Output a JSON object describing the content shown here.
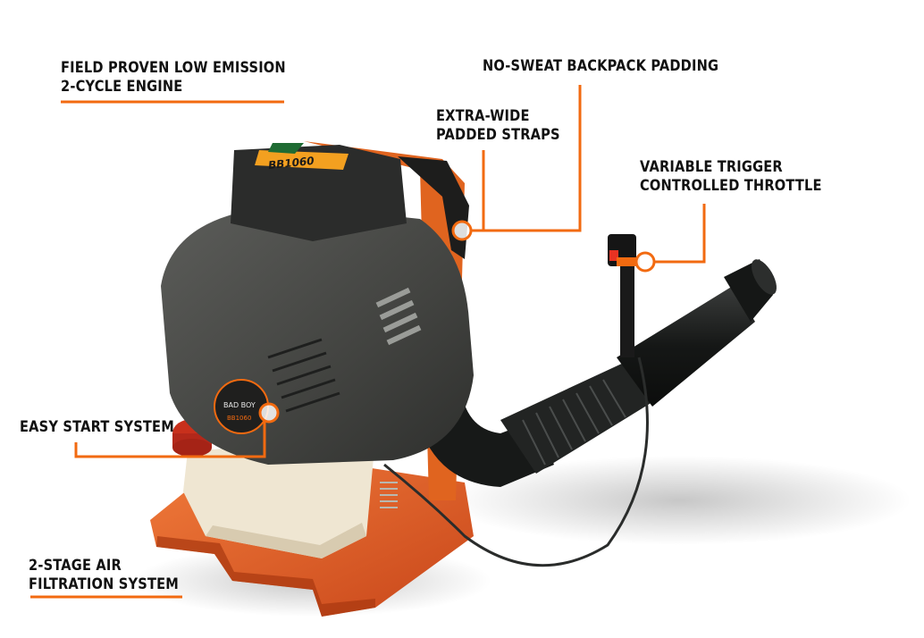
{
  "product": {
    "model_top_decal": "BB1060",
    "brand_badge": "BAD BOY",
    "model_badge": "BB1060"
  },
  "callouts": [
    {
      "id": "engine",
      "lines": [
        "FIELD PROVEN LOW EMISSION",
        "2-CYCLE ENGINE"
      ]
    },
    {
      "id": "padding",
      "lines": [
        "NO-SWEAT BACKPACK PADDING"
      ]
    },
    {
      "id": "straps",
      "lines": [
        "EXTRA-WIDE",
        "PADDED STRAPS"
      ]
    },
    {
      "id": "throttle",
      "lines": [
        "VARIABLE TRIGGER",
        "CONTROLLED THROTTLE"
      ]
    },
    {
      "id": "start",
      "lines": [
        "EASY START SYSTEM"
      ]
    },
    {
      "id": "filtration",
      "lines": [
        "2-STAGE AIR",
        "FILTRATION SYSTEM"
      ]
    }
  ],
  "colors": {
    "accent": "#f26a10",
    "text": "#111111",
    "engine_body": "#4a4b48",
    "engine_dark": "#2a2b2a",
    "frame": "#d9531c",
    "tank": "#efe6d2",
    "tube": "#1c1e1d",
    "decal": "#f3a020"
  }
}
